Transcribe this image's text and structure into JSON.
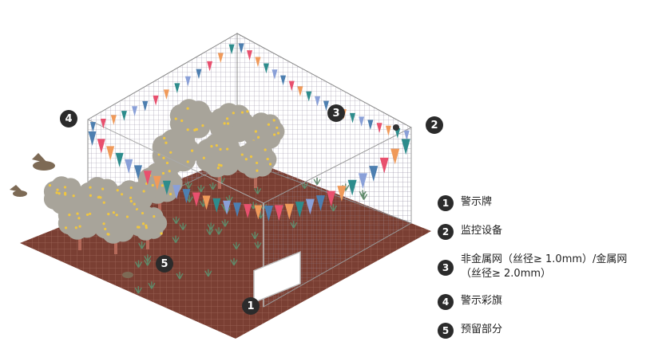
{
  "markers": {
    "m1": "1",
    "m2": "2",
    "m3": "3",
    "m4": "4",
    "m5": "5"
  },
  "legend": [
    {
      "num": "1",
      "label": "警示牌"
    },
    {
      "num": "2",
      "label": "监控设备"
    },
    {
      "num": "3",
      "label": "非金属网（丝径≥ 1.0mm）/金属网\n（丝径≥ 2.0mm）"
    },
    {
      "num": "4",
      "label": "警示彩旗"
    },
    {
      "num": "5",
      "label": "预留部分"
    }
  ],
  "colors": {
    "ground": "#7a3f33",
    "net": "#8a8098",
    "tree": "#a8a49a",
    "fruit": "#f0c640",
    "flag_colors": [
      "#4d7fb0",
      "#e8506e",
      "#f09a5a",
      "#2d8c8c",
      "#8aa0d8"
    ]
  }
}
